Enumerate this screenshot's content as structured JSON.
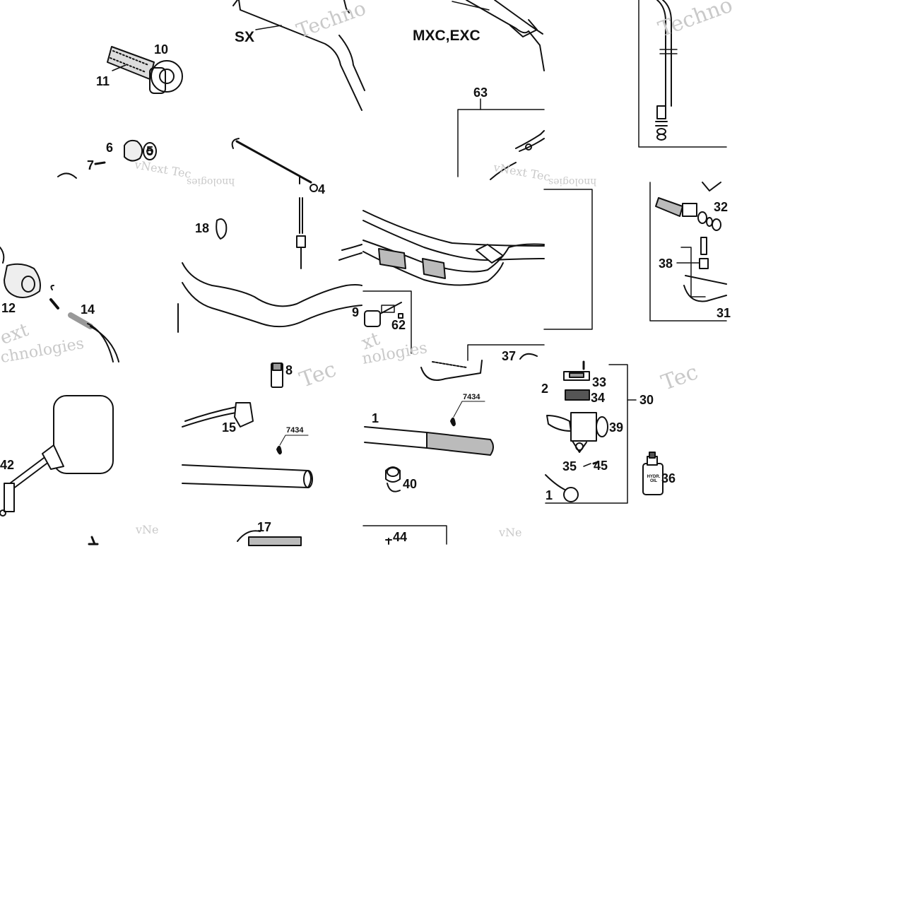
{
  "diagram": {
    "model_labels": [
      "SX",
      "MXC,EXC"
    ],
    "callouts": {
      "c10": "10",
      "c11": "11",
      "c6": "6",
      "c5": "5",
      "c7": "7",
      "c4": "4",
      "c18": "18",
      "c12": "12",
      "c14": "14",
      "c63": "63",
      "c32": "32",
      "c38": "38",
      "c31": "31",
      "c9": "9",
      "c62": "62",
      "c37": "37",
      "c8": "8",
      "c15": "15",
      "c33": "33",
      "c34": "34",
      "c30": "30",
      "c39": "39",
      "c35": "35",
      "c45": "45",
      "c36": "36",
      "c1a": "1",
      "c40": "40",
      "c42": "42",
      "c17": "17",
      "c44": "44",
      "c2": "2",
      "c1b": "1"
    },
    "part_codes": [
      "7434",
      "7434"
    ],
    "bottle_text": "HYDR. OIL",
    "watermarks": [
      "Technologies",
      "vNext Technologies",
      "vNext Tec",
      "hnologies",
      "vNe",
      "Techno",
      "Tec",
      "ext",
      "chnologies",
      "xt",
      "nologies"
    ]
  }
}
